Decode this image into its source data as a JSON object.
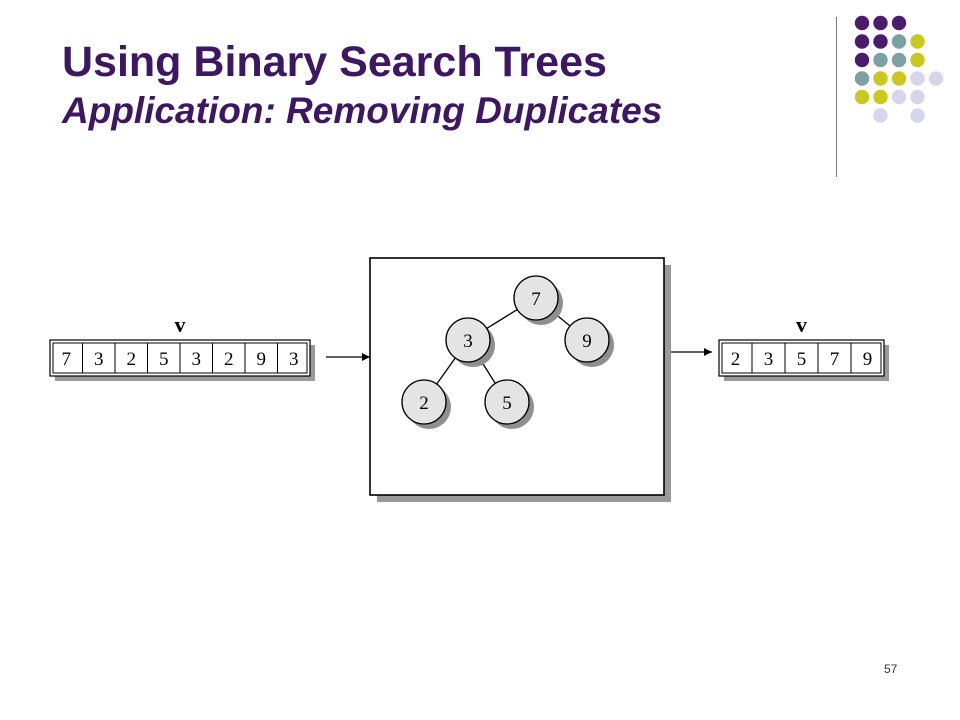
{
  "slide": {
    "title": "Using Binary Search Trees",
    "subtitle": "Application: Removing Duplicates",
    "page_number": "57"
  },
  "colors": {
    "title": "#3d1761",
    "purple": "#4a1c6e",
    "teal": "#7ba1a1",
    "olive": "#c8c81e",
    "lavender": "#d6d6ea",
    "node_fill": "#e4e4e4"
  },
  "dot_pattern": [
    [
      "purple",
      "purple",
      "purple",
      "",
      ""
    ],
    [
      "purple",
      "purple",
      "teal",
      "olive",
      ""
    ],
    [
      "purple",
      "teal",
      "teal",
      "olive",
      ""
    ],
    [
      "teal",
      "olive",
      "olive",
      "lavender",
      "lavender"
    ],
    [
      "olive",
      "olive",
      "lavender",
      "lavender",
      ""
    ],
    [
      "",
      "lavender",
      "",
      "lavender",
      ""
    ]
  ],
  "input_vector": {
    "label": "v",
    "values": [
      "7",
      "3",
      "2",
      "5",
      "3",
      "2",
      "9",
      "3"
    ]
  },
  "output_vector": {
    "label": "v",
    "values": [
      "2",
      "3",
      "5",
      "7",
      "9"
    ]
  },
  "tree": {
    "nodes": [
      {
        "value": "7",
        "level": 0,
        "slot": 1
      },
      {
        "value": "3",
        "level": 1,
        "slot": 0
      },
      {
        "value": "9",
        "level": 1,
        "slot": 2
      },
      {
        "value": "2",
        "level": 2,
        "slot": 0
      },
      {
        "value": "5",
        "level": 2,
        "slot": 1
      }
    ],
    "edges": [
      [
        0,
        1
      ],
      [
        0,
        2
      ],
      [
        1,
        3
      ],
      [
        1,
        4
      ]
    ]
  }
}
